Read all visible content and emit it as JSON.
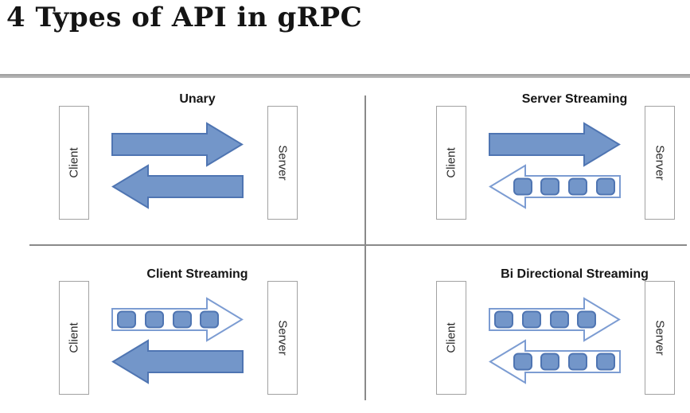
{
  "page": {
    "title": "4 Types of API in gRPC"
  },
  "colors": {
    "arrow_fill": "#7396C9",
    "arrow_border": "#4F75B2",
    "hollow_arrow_border": "#7C9CD2",
    "packet_fill": "#7396C9",
    "packet_border": "#4F75B2",
    "box_border": "#a2a2a2",
    "divider": "#8a8a8a",
    "title_rule": "#a6a6a6"
  },
  "quadrants": [
    {
      "title": "Unary",
      "left_label": "Client",
      "right_label": "Server",
      "top_arrow": {
        "direction": "right",
        "style": "solid",
        "packets": 0
      },
      "bottom_arrow": {
        "direction": "left",
        "style": "solid",
        "packets": 0
      }
    },
    {
      "title": "Server Streaming",
      "left_label": "Client",
      "right_label": "Server",
      "top_arrow": {
        "direction": "right",
        "style": "solid",
        "packets": 0
      },
      "bottom_arrow": {
        "direction": "left",
        "style": "stream",
        "packets": 4
      }
    },
    {
      "title": "Client Streaming",
      "left_label": "Client",
      "right_label": "Server",
      "top_arrow": {
        "direction": "right",
        "style": "stream",
        "packets": 4
      },
      "bottom_arrow": {
        "direction": "left",
        "style": "solid",
        "packets": 0
      }
    },
    {
      "title": "Bi Directional Streaming",
      "left_label": "Client",
      "right_label": "Server",
      "top_arrow": {
        "direction": "right",
        "style": "stream",
        "packets": 4
      },
      "bottom_arrow": {
        "direction": "left",
        "style": "stream",
        "packets": 4
      }
    }
  ]
}
